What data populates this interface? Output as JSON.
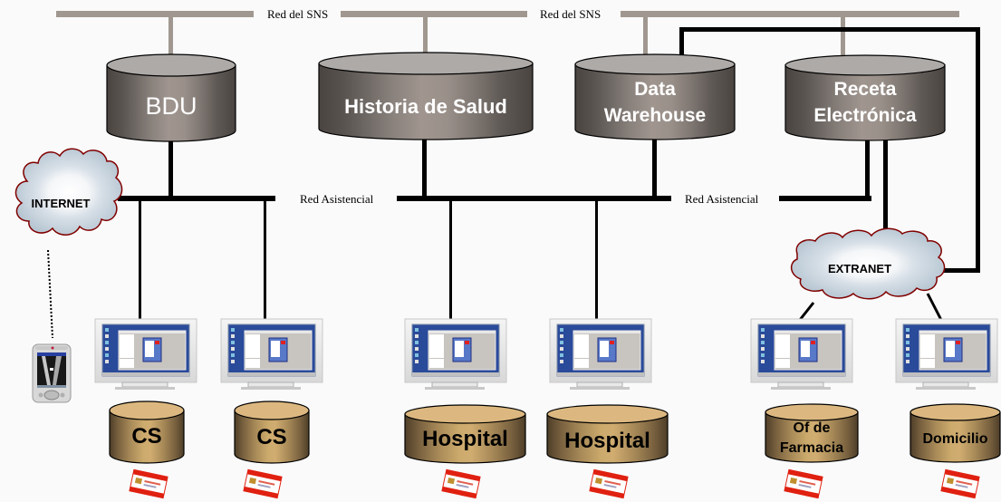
{
  "networks": {
    "sns_label_1": "Red del SNS",
    "sns_label_2": "Red del SNS",
    "asistencial_label_1": "Red Asistencial",
    "asistencial_label_2": "Red Asistencial"
  },
  "central_systems": [
    {
      "id": "bdu",
      "lines": [
        "BDU"
      ]
    },
    {
      "id": "historia",
      "lines": [
        "Historia de Salud"
      ]
    },
    {
      "id": "dwh",
      "lines": [
        "Data",
        "Warehouse"
      ]
    },
    {
      "id": "receta",
      "lines": [
        "Receta",
        "Electrónica"
      ]
    }
  ],
  "clouds": {
    "internet": "INTERNET",
    "extranet": "EXTRANET"
  },
  "locations": [
    {
      "id": "cs1",
      "lines": [
        "CS"
      ]
    },
    {
      "id": "cs2",
      "lines": [
        "CS"
      ]
    },
    {
      "id": "hospital1",
      "lines": [
        "Hospital"
      ]
    },
    {
      "id": "hospital2",
      "lines": [
        "Hospital"
      ]
    },
    {
      "id": "farmacia",
      "lines": [
        "Of de",
        "Farmacia"
      ]
    },
    {
      "id": "domicilio",
      "lines": [
        "Domicilio"
      ]
    }
  ],
  "icons": {
    "pda": "pda-device-icon",
    "workstation": "computer-monitor-icon",
    "card": "health-smart-card-icon",
    "database": "database-cylinder-icon",
    "cloud": "cloud-icon"
  },
  "colors": {
    "sns_line": "#a09890",
    "asistencial_line": "#000000",
    "central_db_dark": "#4a4440",
    "central_db_light": "#a0958f",
    "central_db_top": "#adaaa8",
    "local_db_dark": "#5a4830",
    "local_db_light": "#d0a868",
    "local_db_top": "#dcb880",
    "cloud_fill": "#b8c8d4",
    "cloud_border": "#800000",
    "card_red": "#e02010"
  }
}
